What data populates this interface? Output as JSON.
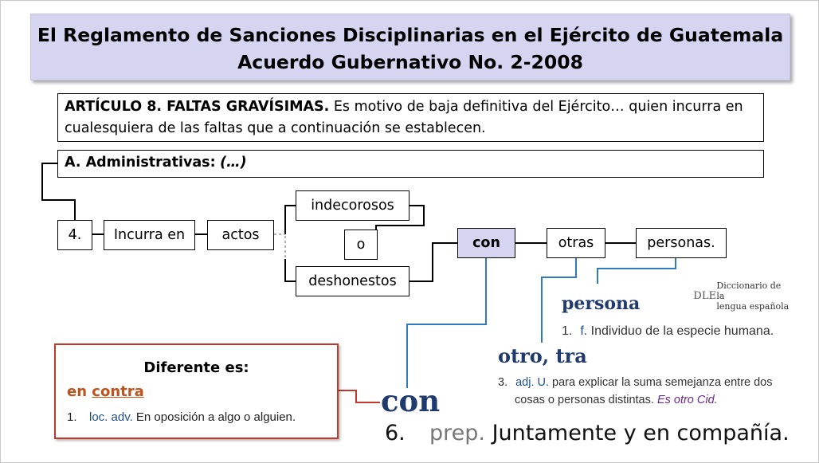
{
  "title": {
    "line1": "El Reglamento de Sanciones Disciplinarias en el Ejército de Guatemala",
    "line2": "Acuerdo Gubernativo No. 2-2008"
  },
  "article": {
    "heading": "ARTÍCULO 8. FALTAS GRAVÍSIMAS.",
    "text": " Es motivo de baja definitiva del Ejército… quien incurra en cualesquiera de las faltas que a continuación se establecen."
  },
  "section": {
    "label": "A. Administrativas:",
    "ellipsis": "(…)"
  },
  "diagram": {
    "num": "4.",
    "incurra": "Incurra en",
    "actos": "actos",
    "indecorosos": "indecorosos",
    "o": "o",
    "deshonestos": "deshonestos",
    "con": "con",
    "otras": "otras",
    "personas": "personas."
  },
  "dictionary": {
    "logo_line1": "Diccionario de la",
    "logo_line2": "lengua española",
    "logo_mark": "DLE",
    "persona": {
      "headword": "persona",
      "num": "1.",
      "abbr": "f.",
      "text": " Individuo de la especie humana."
    },
    "otro": {
      "headword": "otro, tra",
      "num": "3.",
      "abbr": "adj. U.",
      "text_line1": " para explicar la suma semejanza entre dos",
      "text_line2": "cosas o personas distintas.",
      "example": "Es otro Cid."
    },
    "con": {
      "headword": "con",
      "num": "6.",
      "abbr": "prep.",
      "text": " Juntamente y en compañía."
    }
  },
  "contrast": {
    "heading": "Diferente es:",
    "term_prefix": "en ",
    "term_underlined": "contra",
    "num": "1.",
    "abbr": "loc. adv.",
    "text": " En oposición a algo o alguien."
  },
  "colors": {
    "title_bg": "#d5d5f2",
    "connector_blue": "#2e7bbf",
    "contrast_red": "#c0392b",
    "headword_blue": "#1f3a6e"
  }
}
